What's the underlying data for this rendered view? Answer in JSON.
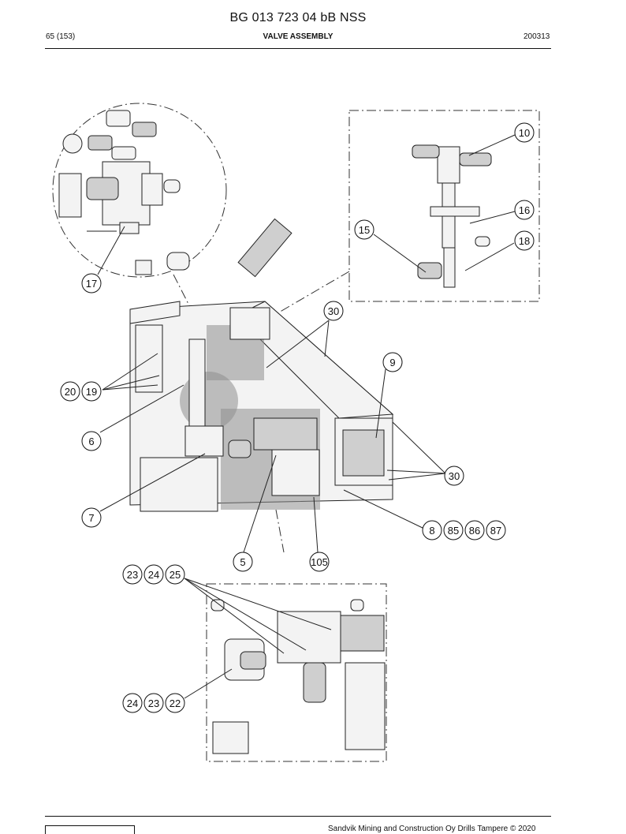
{
  "header": {
    "doc_number": "BG 013 723 04 bB NSS",
    "page": "65 (153)",
    "section_title": "VALVE ASSEMBLY",
    "doc_date": "200313"
  },
  "footer": {
    "copyright": "Sandvik Mining and Construction Oy Drills Tampere © 2020"
  },
  "callouts": {
    "c10": "10",
    "c16": "16",
    "c18": "18",
    "c15": "15",
    "c17": "17",
    "c30a": "30",
    "c9": "9",
    "c20": "20",
    "c19": "19",
    "c6": "6",
    "c30b": "30",
    "c7": "7",
    "c8": "8",
    "c85": "85",
    "c86": "86",
    "c87": "87",
    "c5": "5",
    "c105": "105",
    "c23a": "23",
    "c24a": "24",
    "c25": "25",
    "c24b": "24",
    "c23b": "23",
    "c22": "22"
  }
}
